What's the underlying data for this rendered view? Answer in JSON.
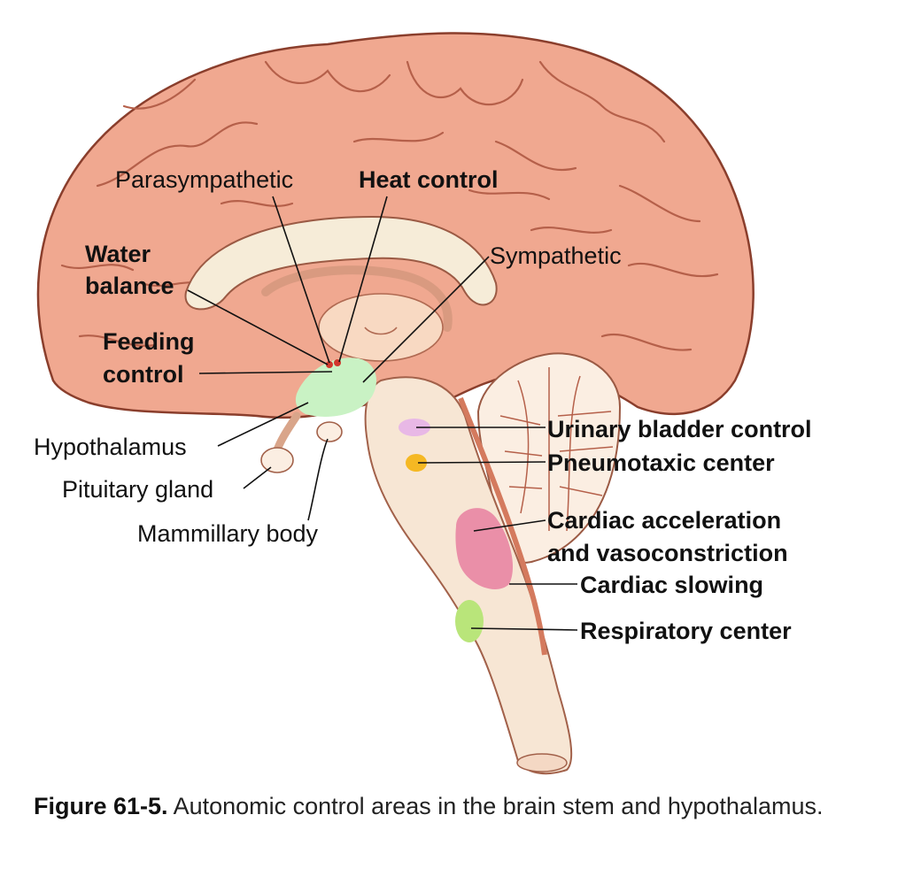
{
  "labels": {
    "parasympathetic": "Parasympathetic",
    "heat_control": "Heat control",
    "water_balance_1": "Water",
    "water_balance_2": "balance",
    "sympathetic": "Sympathetic",
    "feeding_control_1": "Feeding",
    "feeding_control_2": "control",
    "hypothalamus": "Hypothalamus",
    "pituitary_gland": "Pituitary gland",
    "mammillary_body": "Mammillary body",
    "urinary_bladder_control": "Urinary bladder control",
    "pneumotaxic_center": "Pneumotaxic center",
    "cardiac_acceleration_1": "Cardiac acceleration",
    "cardiac_acceleration_2": "and vasoconstriction",
    "cardiac_slowing": "Cardiac slowing",
    "respiratory_center": "Respiratory center"
  },
  "caption": {
    "number": "Figure 61-5.",
    "text": "Autonomic control areas in the brain stem and hypothalamus."
  },
  "colors": {
    "cortex": "#f0a890",
    "gyrus_line": "#b5604a",
    "corpus_callosum": "#f6ecd8",
    "brainstem": "#f7e6d4",
    "hypothalamus_zone": "#c9f2c4",
    "urinary_zone": "#e8b8e6",
    "pneumotaxic_zone": "#f5b823",
    "cardiac_accel_zone": "#ea8fa8",
    "respiratory_zone": "#b9e57a"
  }
}
